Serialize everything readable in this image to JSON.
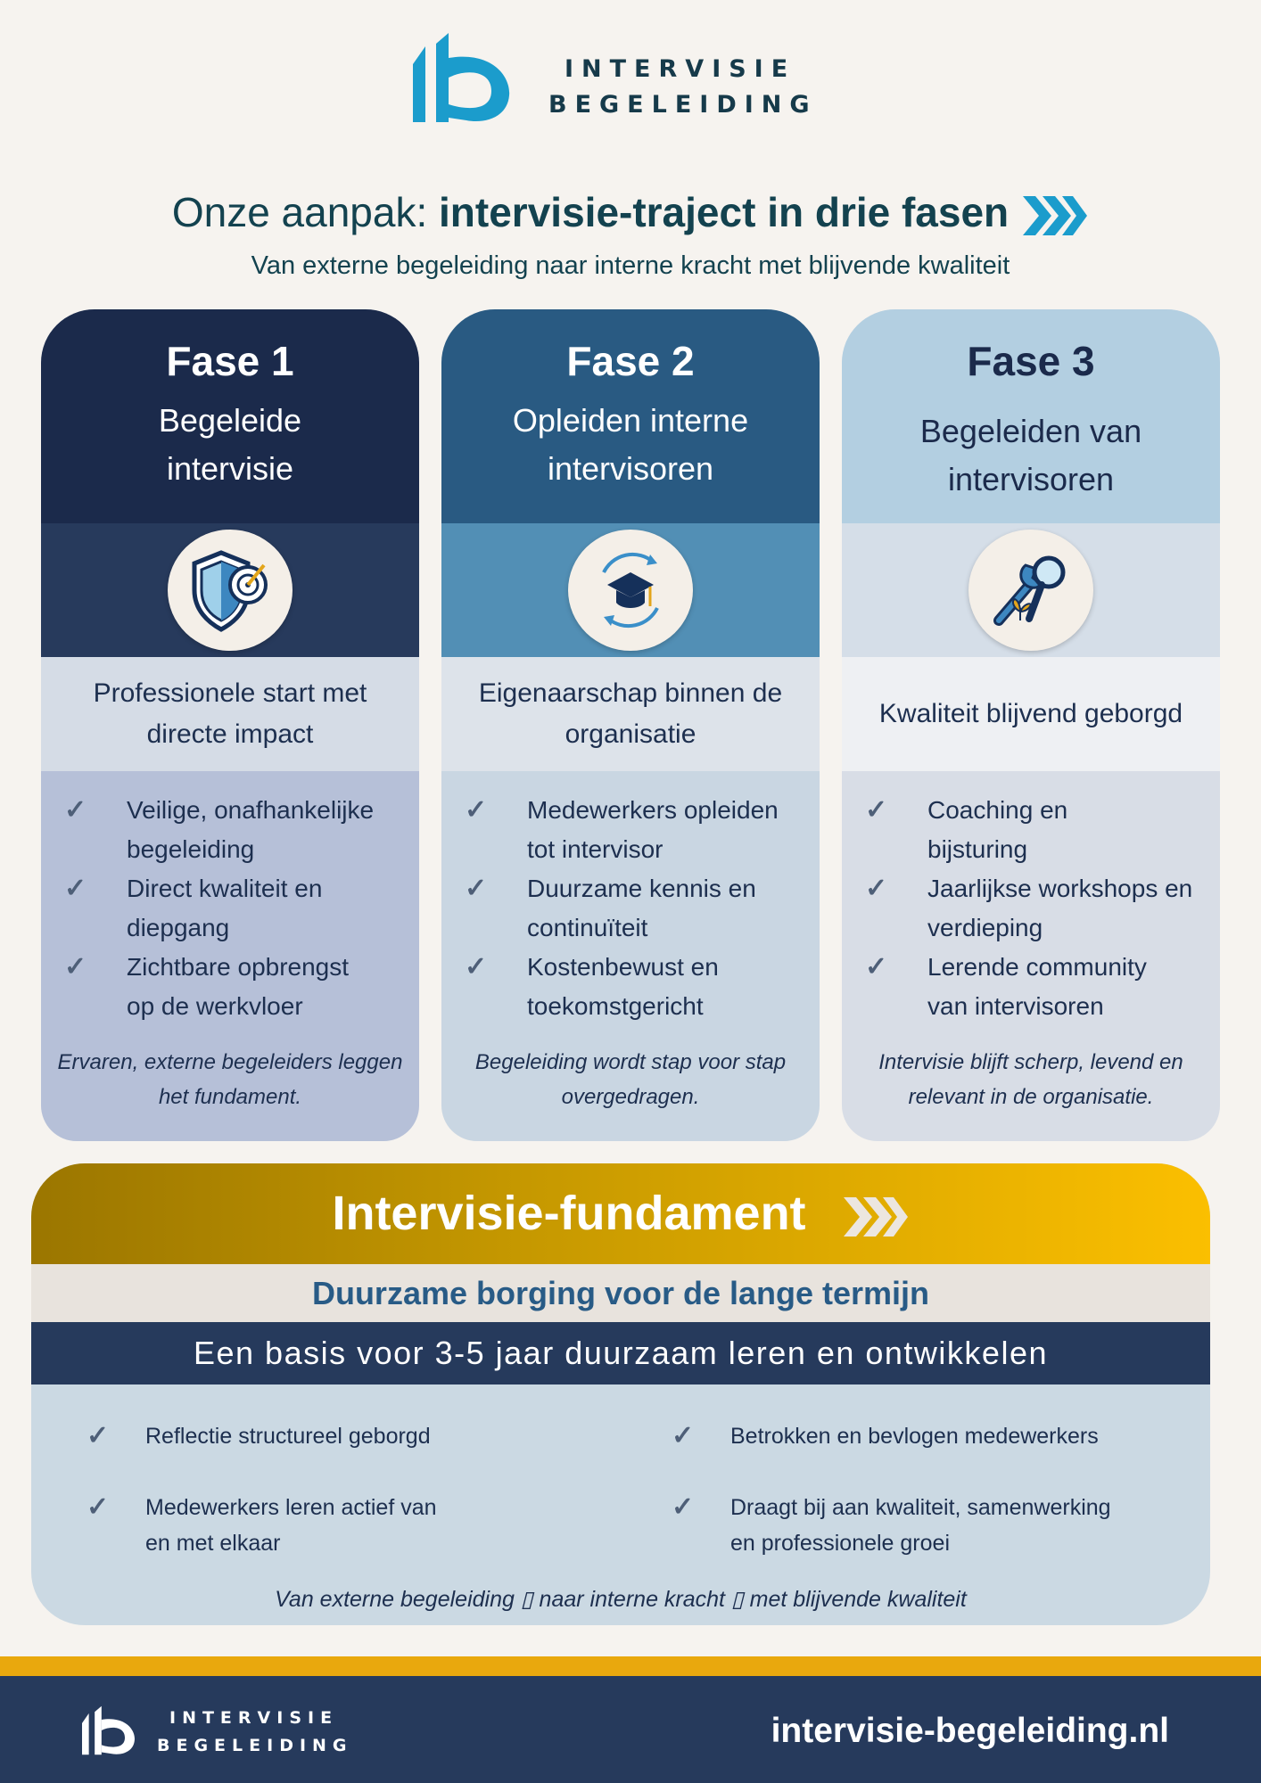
{
  "brand": {
    "line1": "INTERVISIE",
    "line2": "BEGELEIDING",
    "primary": "#1b9ccc"
  },
  "header": {
    "title_prefix": "Onze aanpak: ",
    "title_bold": "intervisie-traject in drie fasen",
    "subtitle": "Van externe begeleiding naar interne kracht met blijvende kwaliteit"
  },
  "phases": [
    {
      "label": "Fase 1",
      "title": "Begeleide intervisie",
      "icon": "shield-target-icon",
      "tagline": "Professionele start met directe impact",
      "items": [
        "Veilige, onafhankelijke begeleiding",
        "Direct kwaliteit en diepgang",
        "Zichtbare opbrengst op de werkvloer"
      ],
      "note": "Ervaren, externe begeleiders leggen het fundament."
    },
    {
      "label": "Fase 2",
      "title": "Opleiden interne intervisoren",
      "icon": "graduation-cap-cycle-icon",
      "tagline": "Eigenaarschap binnen de organisatie",
      "items": [
        "Medewerkers opleiden tot intervisor",
        "Duurzame kennis en continuïteit",
        "Kostenbewust en toekomstgericht"
      ],
      "note": "Begeleiding wordt stap voor stap overgedragen."
    },
    {
      "label": "Fase 3",
      "title": "Begeleiden van intervisoren",
      "icon": "wrench-magnifier-icon",
      "tagline": "Kwaliteit blijvend geborgd",
      "items": [
        "Coaching en bijsturing",
        "Jaarlijkse workshops en verdieping",
        "Lerende community van intervisoren"
      ],
      "note": "Intervisie blijft scherp, levend en relevant in de organisatie."
    }
  ],
  "foundation": {
    "title": "Intervisie-fundament",
    "subtitle": "Duurzame borging voor de lange termijn",
    "banner": "Een basis voor 3-5 jaar duurzaam leren en ontwikkelen",
    "items": [
      "Reflectie structureel geborgd",
      "Betrokken en bevlogen medewerkers",
      "Medewerkers leren actief van en met elkaar",
      "Draagt bij aan kwaliteit, samenwerking en professionele groei"
    ],
    "note": "Van externe begeleiding ▯ naar interne kracht ▯ met blijvende kwaliteit"
  },
  "footer": {
    "url": "intervisie-begeleiding.nl",
    "line1": "INTERVISIE",
    "line2": "BEGELEIDING"
  }
}
